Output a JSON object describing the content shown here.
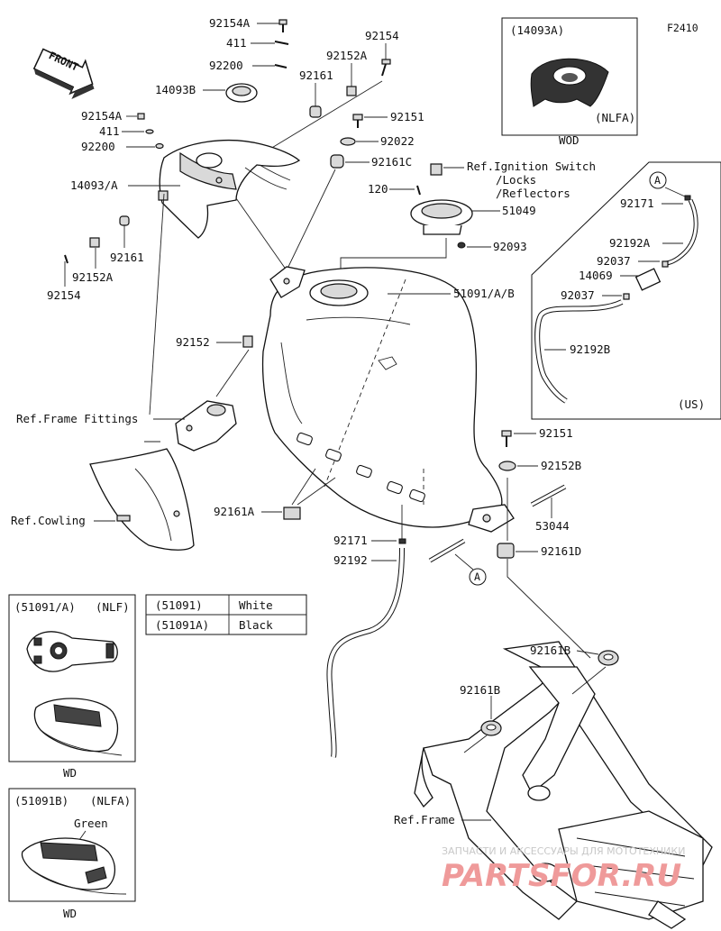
{
  "diagram_code": "F2410",
  "front_label": "FRONT",
  "callouts": {
    "p92154A": "92154A",
    "p411_top": "411",
    "p92200_top": "92200",
    "p92154_top": "92154",
    "p92152A_top": "92152A",
    "p92161_top": "92161",
    "p14093B": "14093B",
    "p92154A_left": "92154A",
    "p411_left": "411",
    "p92200_left": "92200",
    "p14093A": "14093/A",
    "p92161_left": "92161",
    "p92152A_left": "92152A",
    "p92154_left": "92154",
    "p92151_top": "92151",
    "p92022": "92022",
    "p92161C": "92161C",
    "ref_ignition_1": "Ref.Ignition Switch",
    "ref_ignition_2": "/Locks",
    "ref_ignition_3": "/Reflectors",
    "p120": "120",
    "p51049": "51049",
    "p92093": "92093",
    "p51091AB": "51091/A/B",
    "p92152": "92152",
    "ref_frame_fittings": "Ref.Frame Fittings",
    "ref_cowling": "Ref.Cowling",
    "p92161A": "92161A",
    "p92151_mid": "92151",
    "p92152B": "92152B",
    "p53044": "53044",
    "p92171_mid": "92171",
    "p92192_mid": "92192",
    "p92161D": "92161D",
    "circle_a_mid": "A",
    "p92161B_1": "92161B",
    "p92161B_2": "92161B",
    "ref_frame": "Ref.Frame"
  },
  "inset_wod": {
    "title": "(14093A)",
    "note": "(NLFA)",
    "caption": "WOD"
  },
  "inset_us": {
    "circle": "A",
    "p92171": "92171",
    "p92192A": "92192A",
    "p92037_1": "92037",
    "p14069": "14069",
    "p92037_2": "92037",
    "p92192B": "92192B",
    "note": "(US)"
  },
  "color_table": {
    "rows": [
      {
        "code": "(51091)",
        "color": "White"
      },
      {
        "code": "(51091A)",
        "color": "Black"
      }
    ]
  },
  "inset_nlf": {
    "title": "(51091/A)",
    "note": "(NLF)",
    "caption": "WD"
  },
  "inset_nlfa": {
    "title": "(51091B)",
    "note": "(NLFA)",
    "color_label": "Green",
    "caption": "WD"
  },
  "watermark": {
    "line1": "ЗАПЧАСТИ И АКСЕССУАРЫ ДЛЯ МОТОТЕХНИКИ",
    "line2": "PARTSFOR.RU"
  }
}
